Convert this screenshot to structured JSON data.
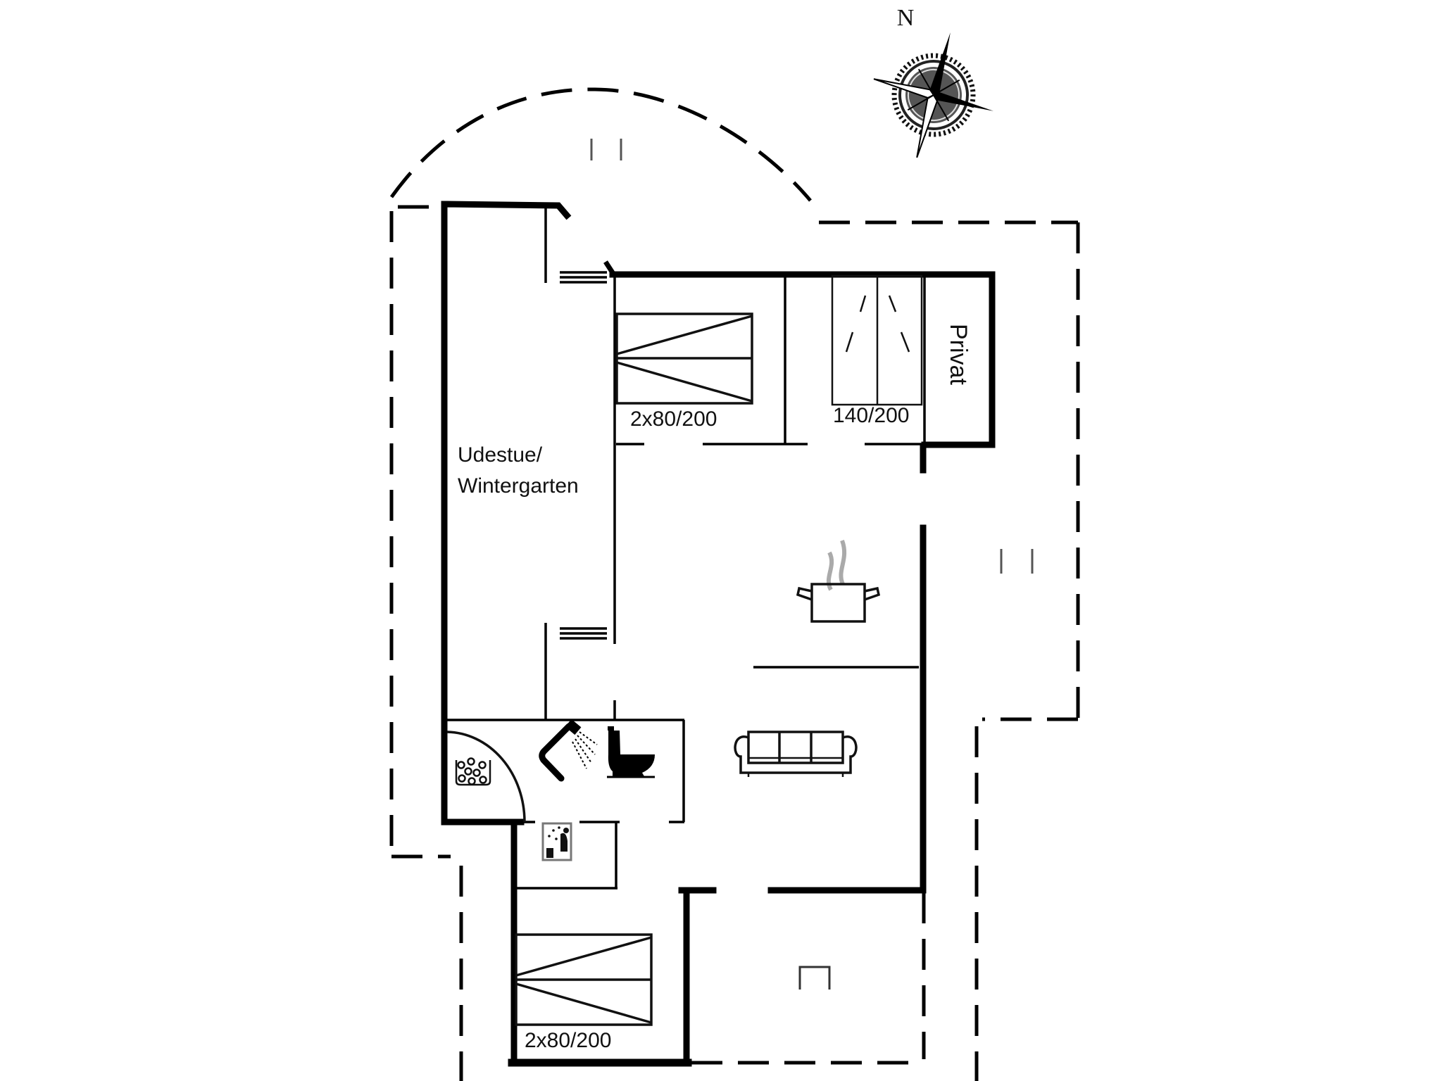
{
  "compass": {
    "north_label": "N"
  },
  "rooms": {
    "sunroom": {
      "line1": "Udestue/",
      "line2": "Wintergarten"
    },
    "bedroom_1": {
      "bed_label": "2x80/200"
    },
    "bedroom_2": {
      "bed_label": "140/200"
    },
    "private": {
      "label": "Privat"
    },
    "bedroom_3": {
      "bed_label": "2x80/200"
    }
  },
  "icons": [
    "compass-rose-icon",
    "stairs-icon",
    "kitchen-pot-icon",
    "sofa-icon",
    "whirlpool-bath-icon",
    "shower-icon",
    "toilet-icon",
    "sauna-icon",
    "bench-icon",
    "terrace-chair-icon"
  ],
  "colors": {
    "line": "#000000",
    "background": "#ffffff",
    "steam": "#a0a0a0"
  }
}
